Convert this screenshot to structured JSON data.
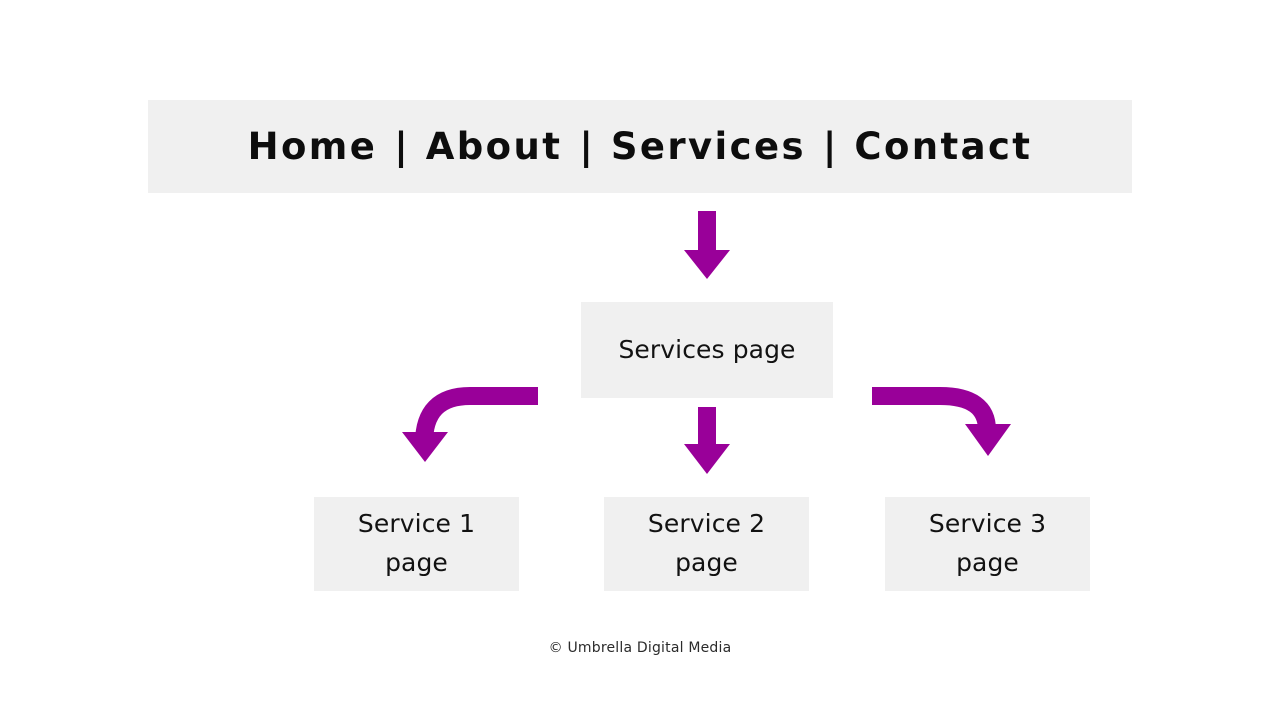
{
  "page": {
    "background": "#ffffff",
    "accent_color": "#990099",
    "box_fill": "#f0f0f0",
    "text_color": "#111111"
  },
  "nav": {
    "name": "site-navigation-bar",
    "separator": "|",
    "items": [
      {
        "label": "Home"
      },
      {
        "label": "About"
      },
      {
        "label": "Services"
      },
      {
        "label": "Contact"
      }
    ]
  },
  "diagram": {
    "nodes": [
      {
        "id": "services-page",
        "label": "Services page",
        "line1": "Services page",
        "line2": ""
      },
      {
        "id": "service-1-page",
        "line1": "Service 1",
        "line2": "page"
      },
      {
        "id": "service-2-page",
        "line1": "Service 2",
        "line2": "page"
      },
      {
        "id": "service-3-page",
        "line1": "Service 3",
        "line2": "page"
      }
    ],
    "connectors": [
      {
        "id": "nav-to-services",
        "type": "arrow-down",
        "color": "#990099"
      },
      {
        "id": "services-to-service-1",
        "type": "arrow-curve-left-down",
        "color": "#990099"
      },
      {
        "id": "services-to-service-2",
        "type": "arrow-down",
        "color": "#990099"
      },
      {
        "id": "services-to-service-3",
        "type": "arrow-curve-right-down",
        "color": "#990099"
      }
    ]
  },
  "footer": {
    "copyright": "© Umbrella Digital Media"
  }
}
